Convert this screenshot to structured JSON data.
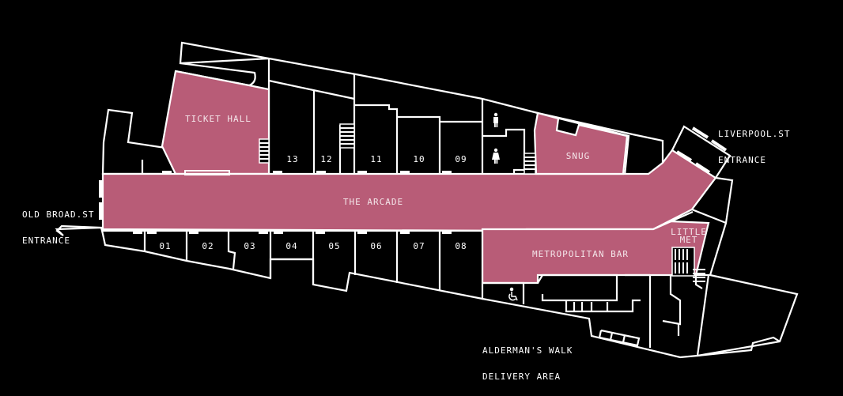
{
  "map": {
    "background": "#000000",
    "highlight_color": "#B85C77",
    "line_color": "#FFFFFF",
    "venues": {
      "ticket_hall": "TICKET HALL",
      "the_arcade": "THE ARCADE",
      "snug": "SNUG",
      "metropolitan_bar": "METROPOLITAN BAR",
      "little_met_1": "LITTLE",
      "little_met_2": "MET"
    },
    "units": [
      "01",
      "02",
      "03",
      "04",
      "05",
      "06",
      "07",
      "08",
      "09",
      "10",
      "11",
      "12",
      "13"
    ],
    "entrances": {
      "old_broad_1": "OLD BROAD.ST",
      "old_broad_2": "ENTRANCE",
      "liverpool_1": "LIVERPOOL.ST",
      "liverpool_2": "ENTRANCE",
      "aldermans_1": "ALDERMAN'S WALK",
      "aldermans_2": "DELIVERY AREA"
    },
    "icons": [
      "male-toilet-icon",
      "female-toilet-icon",
      "accessible-icon",
      "stairs-icon"
    ]
  }
}
